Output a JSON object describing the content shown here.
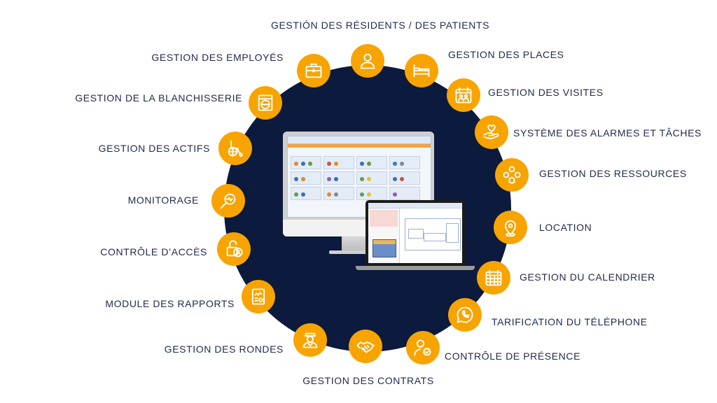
{
  "diagram": {
    "colors": {
      "hub": "#0b1a3d",
      "node": "#f7a400",
      "label": "#1f2a4a",
      "background": "#ffffff"
    },
    "center": {
      "description": "desktop monitor and laptop showing the management software"
    },
    "modules": [
      {
        "id": "residents",
        "label": "GESTIÓN DES RÉSIDENTS / DES PATIENTS",
        "icon": "person-icon"
      },
      {
        "id": "places",
        "label": "GESTION DES PLACES",
        "icon": "bed-icon"
      },
      {
        "id": "visites",
        "label": "GESTION DES VISITES",
        "icon": "calendar-visitors-icon"
      },
      {
        "id": "alarmes",
        "label": "SYSTÈME DES ALARMES ET TÂCHES",
        "icon": "hand-heart-icon"
      },
      {
        "id": "ressources",
        "label": "GESTION DES RESSOURCES",
        "icon": "resources-cycle-icon"
      },
      {
        "id": "location",
        "label": "LOCATION",
        "icon": "map-pin-icon"
      },
      {
        "id": "calendrier",
        "label": "GESTION DU CALENDRIER",
        "icon": "calendar-icon"
      },
      {
        "id": "telephone",
        "label": "TARIFICATION DU TÉLÉPHONE",
        "icon": "phone-bubble-icon"
      },
      {
        "id": "presence",
        "label": "CONTRÔLE DE PRÉSENCE",
        "icon": "user-check-icon"
      },
      {
        "id": "contrats",
        "label": "GESTION DES CONTRATS",
        "icon": "handshake-icon"
      },
      {
        "id": "rondes",
        "label": "GESTION DES RONDES",
        "icon": "guard-icon"
      },
      {
        "id": "rapports",
        "label": "MODULE DES RAPPORTS",
        "icon": "report-icon"
      },
      {
        "id": "acces",
        "label": "CONTRÔLE D’ACCÈS",
        "icon": "lock-user-icon"
      },
      {
        "id": "monitorage",
        "label": "MONITORAGE",
        "icon": "magnifier-pulse-icon"
      },
      {
        "id": "actifs",
        "label": "GESTION DES ACTIFS",
        "icon": "wheelchair-icon"
      },
      {
        "id": "blanchisserie",
        "label": "GESTION DE LA BLANCHISSERIE",
        "icon": "washing-machine-icon"
      },
      {
        "id": "employes",
        "label": "GESTION DES EMPLOYÉS",
        "icon": "briefcase-icon"
      }
    ]
  }
}
